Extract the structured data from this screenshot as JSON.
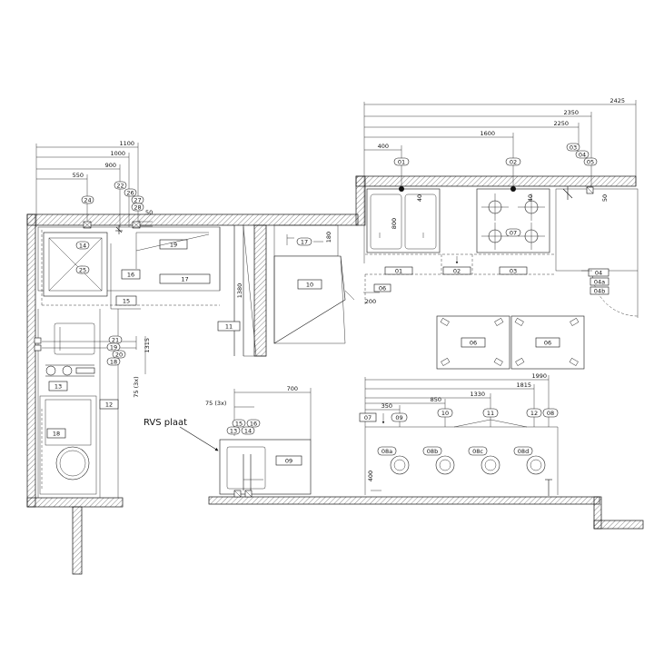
{
  "dimensions": {
    "d2425": "2425",
    "d2350": "2350",
    "d2250": "2250",
    "d1600": "1600",
    "d400a": "400",
    "d1100": "1100",
    "d1000": "1000",
    "d900": "900",
    "d550": "550",
    "d180": "180",
    "d1380": "1380",
    "d1315": "1315",
    "d50a": "50",
    "d50b": "50",
    "d800": "800",
    "d40a": "40",
    "d40b": "40",
    "d200": "200",
    "d1990": "1990",
    "d1815": "1815",
    "d1330": "1330",
    "d850": "850",
    "d350": "350",
    "d400b": "400",
    "d700": "700",
    "d75a": "75 (3x)",
    "d75b": "75 (3x)"
  },
  "note": {
    "rvs": "RVS plaat"
  },
  "tags": {
    "t01a": "01",
    "t02a": "02",
    "t03a": "03",
    "t04a": "04",
    "t05a": "05",
    "t22": "22",
    "t26": "26",
    "t27": "27",
    "t28": "28",
    "t24": "24",
    "t17e": "17",
    "t21": "21",
    "t19e": "19",
    "t20": "20",
    "t18e": "18",
    "t15e": "15",
    "t16e": "16",
    "t13e": "13",
    "t14e": "14",
    "t10e": "10",
    "t11e": "11",
    "t12e": "12",
    "t07": "07",
    "t09e": "09",
    "t08a": "08a",
    "t08b": "08b",
    "t08c": "08c",
    "t08d": "08d",
    "t08e": "08",
    "t06s": "06"
  },
  "labels": {
    "l14": "14",
    "l25": "25",
    "l19": "19",
    "l16": "16",
    "l17": "17",
    "l15": "15",
    "l11": "11",
    "l10": "10",
    "l13": "13",
    "l12": "12",
    "l18": "18",
    "l01": "01",
    "l02": "02",
    "l03": "03",
    "l04": "04",
    "l04a": "04a",
    "l04b": "04b",
    "l07": "07",
    "l06a": "06",
    "l06b": "06",
    "l09": "09",
    "l13b": "13",
    "l14b": "14"
  }
}
